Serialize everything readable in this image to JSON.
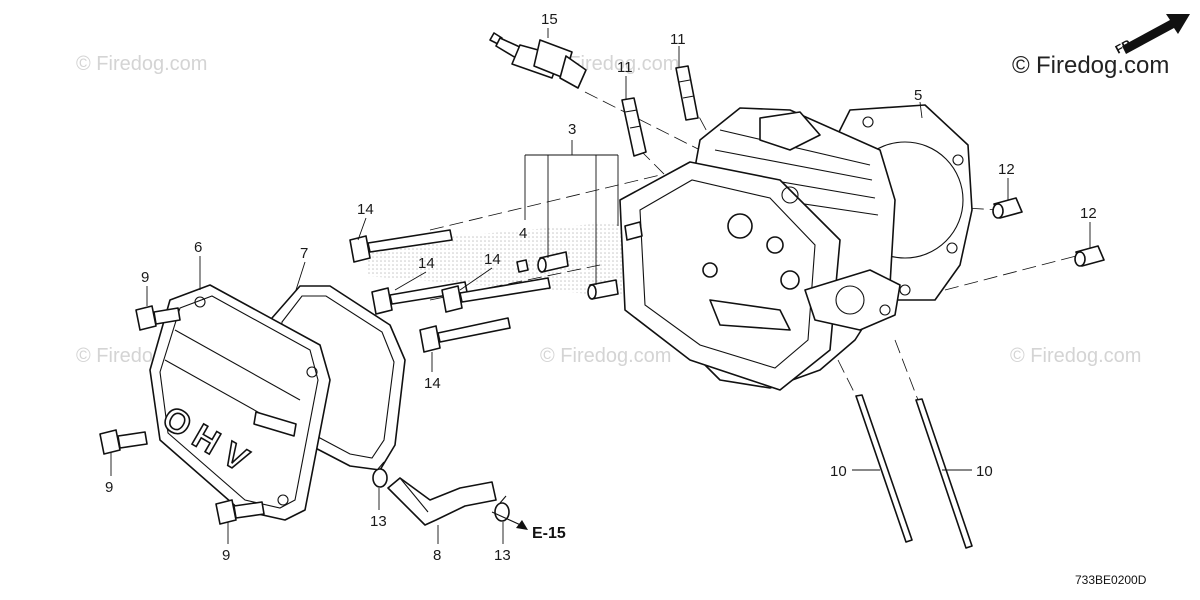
{
  "brand": {
    "text": "Firedog.com",
    "copyright": "©",
    "arrow_label": "FR."
  },
  "watermarks": [
    "© Firedog.com",
    "© Firedog.com",
    "© Firedog.com",
    "© Firedog.com",
    "© Firedog.com",
    "© Firedog.com"
  ],
  "callouts": {
    "c15": "15",
    "c11a": "11",
    "c11b": "11",
    "c5": "5",
    "c3": "3",
    "c12a": "12",
    "c12b": "12",
    "c14a": "14",
    "c14b": "14",
    "c14c": "14",
    "c14d": "14",
    "c4": "4",
    "c6": "6",
    "c7": "7",
    "c9a": "9",
    "c9b": "9",
    "c9c": "9",
    "c10a": "10",
    "c10b": "10",
    "c13a": "13",
    "c13b": "13",
    "c8": "8"
  },
  "cover_letters": [
    "O",
    "H",
    "V"
  ],
  "reference": "E-15",
  "diagram_code": "733BE0200D",
  "colors": {
    "ink": "#111111",
    "watermark": "#d4d4d4",
    "background": "#ffffff"
  }
}
